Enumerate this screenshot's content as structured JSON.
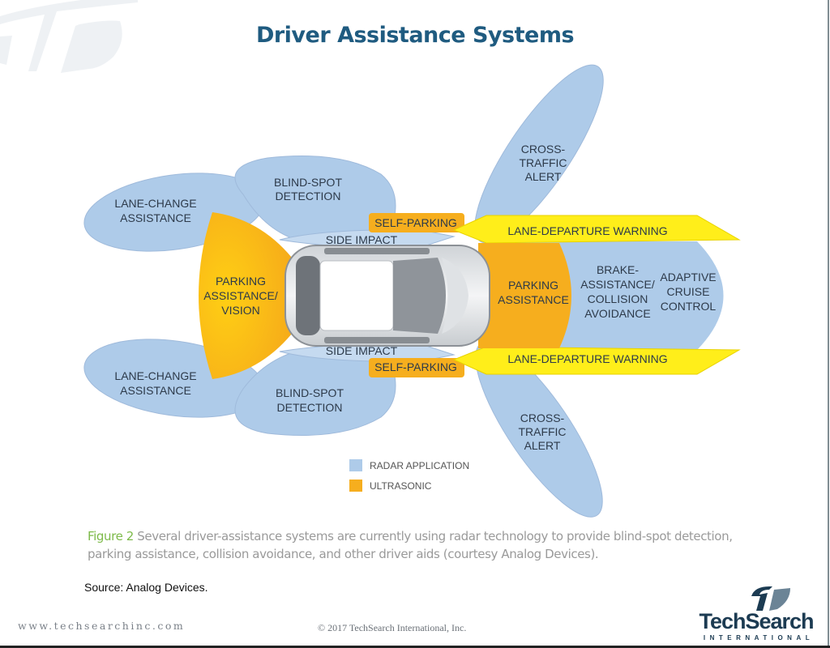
{
  "title": "Driver Assistance Systems",
  "colors": {
    "radar": "#aecbe9",
    "ultrasonic": "#f6ae1e",
    "lane_departure": "#ffee1a",
    "title": "#1f5b80",
    "caption_figure": "#7dba4a"
  },
  "zones": {
    "lane_change_top": [
      "LANE-CHANGE",
      "ASSISTANCE"
    ],
    "lane_change_bottom": [
      "LANE-CHANGE",
      "ASSISTANCE"
    ],
    "blind_spot_top": [
      "BLIND-SPOT",
      "DETECTION"
    ],
    "blind_spot_bottom": [
      "BLIND-SPOT",
      "DETECTION"
    ],
    "cross_traffic_top": [
      "CROSS-",
      "TRAFFIC",
      "ALERT"
    ],
    "cross_traffic_bottom": [
      "CROSS-",
      "TRAFFIC",
      "ALERT"
    ],
    "self_parking_top": "SELF-PARKING",
    "self_parking_bottom": "SELF-PARKING",
    "side_impact_top": "SIDE IMPACT",
    "side_impact_bottom": "SIDE IMPACT",
    "lane_departure_top": "LANE-DEPARTURE WARNING",
    "lane_departure_bottom": "LANE-DEPARTURE WARNING",
    "parking_rear": [
      "PARKING",
      "ASSISTANCE/",
      "VISION"
    ],
    "parking_front": [
      "PARKING",
      "ASSISTANCE"
    ],
    "brake_assist": [
      "BRAKE-",
      "ASSISTANCE/",
      "COLLISION",
      "AVOIDANCE"
    ],
    "adaptive_cruise": [
      "ADAPTIVE",
      "CRUISE",
      "CONTROL"
    ]
  },
  "legend": [
    {
      "label": "RADAR APPLICATION",
      "color": "#aecbe9"
    },
    {
      "label": "ULTRASONIC",
      "color": "#f6ae1e"
    }
  ],
  "caption": {
    "figure_label": "Figure 2",
    "text": " Several driver-assistance systems are currently using radar technology to provide blind-spot detection, parking assistance, collision avoidance, and other driver aids (courtesy Analog Devices)."
  },
  "source": "Source:  Analog Devices.",
  "footer": {
    "url": "www.techsearchinc.com",
    "copyright": "© 2017 TechSearch International, Inc."
  },
  "logo": {
    "name": "TechSearch",
    "subtitle": "INTERNATIONAL"
  }
}
